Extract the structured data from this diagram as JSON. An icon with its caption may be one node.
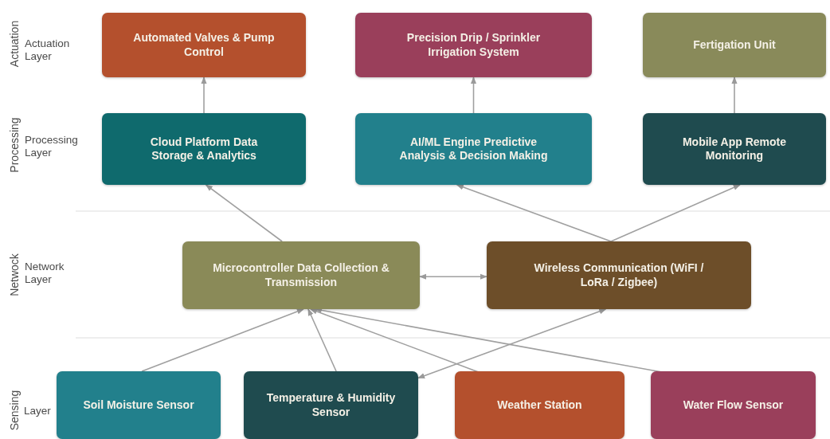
{
  "diagram": {
    "nodes": [
      {
        "text": [
          "Automated Valves & Pump Control"
        ]
      },
      {
        "text": [
          "Precision Drip / Sprinkler Irrigation System"
        ]
      },
      {
        "text": [
          "Fertigation Unit"
        ]
      },
      {
        "text": [
          "Cloud Platform Data Storage & Analytics"
        ]
      },
      {
        "text": [
          "AI/ML Engine Predictive Analysis & Decision Making"
        ]
      },
      {
        "text": [
          "Mobile App Remote Monitoring"
        ]
      },
      {
        "text": [
          "Microcontroller Data Collection & Transmission"
        ]
      },
      {
        "text": [
          "Wireless Communication (WiFI / LoRa / Zigbee)"
        ]
      },
      {
        "text": [
          "Soil Moisture Sensor"
        ]
      },
      {
        "text": [
          "Temperature & Humidity Sensor"
        ]
      },
      {
        "text": [
          "Weather Station"
        ]
      },
      {
        "text": [
          "Water Flow Sensor"
        ]
      }
    ],
    "edges": [
      {
        "from": 3,
        "to": 0,
        "arrow": "to"
      },
      {
        "from": 4,
        "to": 1,
        "arrow": "to"
      },
      {
        "from": 5,
        "to": 2,
        "arrow": "to"
      },
      {
        "from": 6,
        "to": 3,
        "arrow": "to"
      },
      {
        "from": 7,
        "to": 4,
        "arrow": "to"
      },
      {
        "from": 7,
        "to": 5,
        "arrow": "to"
      },
      {
        "from": 6,
        "to": 7,
        "arrow": "both"
      },
      {
        "from": 8,
        "to": 6,
        "arrow": "to"
      },
      {
        "from": 9,
        "to": 6,
        "arrow": "to"
      },
      {
        "from": 10,
        "to": 6,
        "arrow": "to"
      },
      {
        "from": 11,
        "to": 6,
        "arrow": "to"
      },
      {
        "from": 9,
        "to": 7,
        "arrow": "both"
      }
    ],
    "labels": [
      "Actuation",
      "Actuation Layer",
      "Processing",
      "Processing Layer",
      "Netwock",
      "Network Layer",
      "Sensing",
      "Layer"
    ]
  }
}
